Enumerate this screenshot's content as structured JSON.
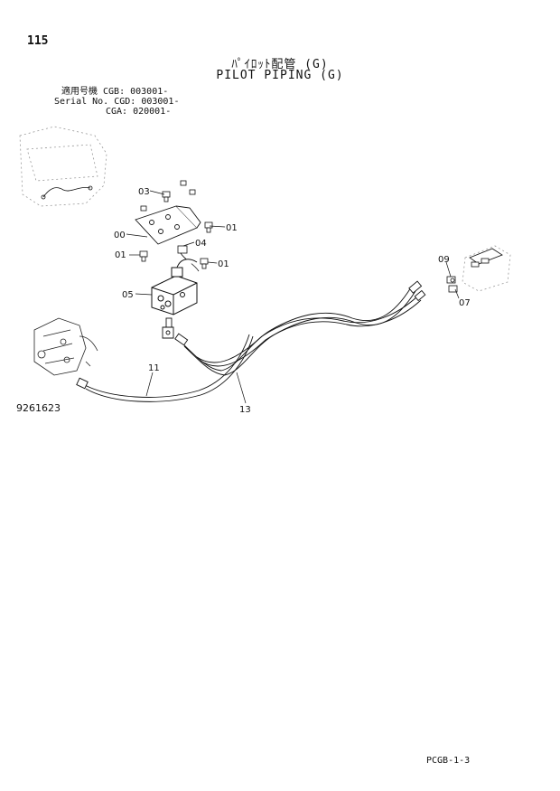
{
  "header": {
    "page_number": "115",
    "title_jp": "ﾊﾟｲﾛｯﾄ配管 (G)",
    "title_en": "PILOT PIPING (G)"
  },
  "serial_info": {
    "line1": "適用号機 CGB: 003001-",
    "line2": "Serial No. CGD: 003001-",
    "line3": "CGA: 020001-"
  },
  "callouts": {
    "c03": "03",
    "c01a": "01",
    "c00": "00",
    "c04": "04",
    "c01b": "01",
    "c01c": "01",
    "c05": "05",
    "c09": "09",
    "c07": "07",
    "c11": "11",
    "c13": "13"
  },
  "drawing_id": "9261623",
  "footer_code": "PCGB-1-3"
}
